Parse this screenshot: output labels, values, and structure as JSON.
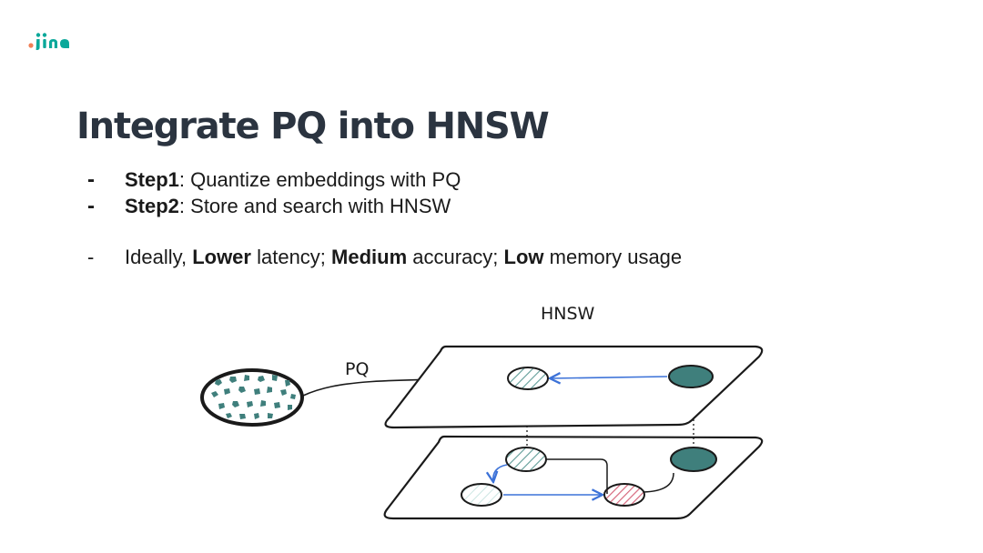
{
  "brand": {
    "logo_text": "jina",
    "colors": [
      "#f07f56",
      "#0aa89a"
    ]
  },
  "slide": {
    "title": "Integrate PQ into HNSW",
    "bullets": [
      {
        "bold": "Step1",
        "text": ": Quantize embeddings with PQ"
      },
      {
        "bold": "Step2",
        "text": ": Store and search with HNSW"
      }
    ],
    "note": {
      "prefix": "Ideally, ",
      "lower": "Lower",
      "latency": " latency; ",
      "medium": "Medium",
      "accuracy": " accuracy; ",
      "low": "Low",
      "memory": " memory usage"
    }
  },
  "diagram": {
    "pq_label": "PQ",
    "hnsw_label": "HNSW",
    "colors": {
      "teal": "#3f7f7c",
      "arrow": "#3c72d8",
      "pink": "#d6677c",
      "ink": "#1a1a1a"
    }
  }
}
